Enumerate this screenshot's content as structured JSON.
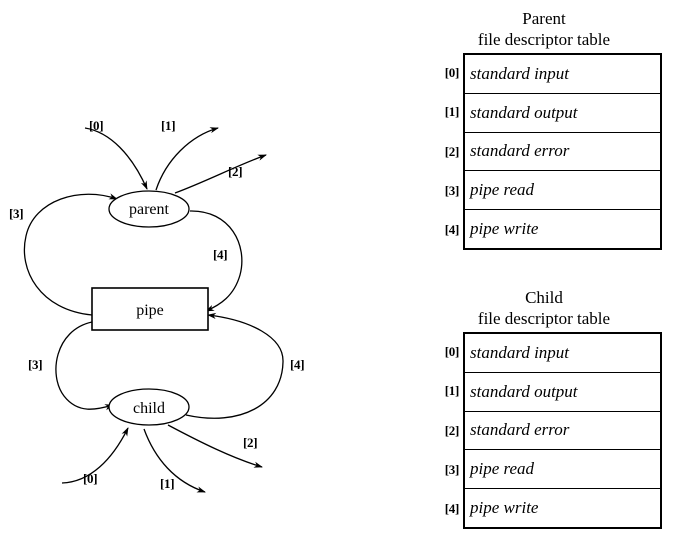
{
  "diagram": {
    "nodes": {
      "parent": "parent",
      "pipe": "pipe",
      "child": "child"
    },
    "parent_labels": {
      "fd0": "[0]",
      "fd1": "[1]",
      "fd2": "[2]",
      "fd3": "[3]",
      "fd4": "[4]"
    },
    "child_labels": {
      "fd0": "[0]",
      "fd1": "[1]",
      "fd2": "[2]",
      "fd3": "[3]",
      "fd4": "[4]"
    },
    "stroke_color": "#000000"
  },
  "tables": [
    {
      "title_line1": "Parent",
      "title_line2": "file descriptor table",
      "indices": [
        "[0]",
        "[1]",
        "[2]",
        "[3]",
        "[4]"
      ],
      "entries": [
        "standard input",
        "standard output",
        "standard error",
        "pipe read",
        "pipe write"
      ]
    },
    {
      "title_line1": "Child",
      "title_line2": "file descriptor table",
      "indices": [
        "[0]",
        "[1]",
        "[2]",
        "[3]",
        "[4]"
      ],
      "entries": [
        "standard input",
        "standard output",
        "standard error",
        "pipe read",
        "pipe write"
      ]
    }
  ]
}
